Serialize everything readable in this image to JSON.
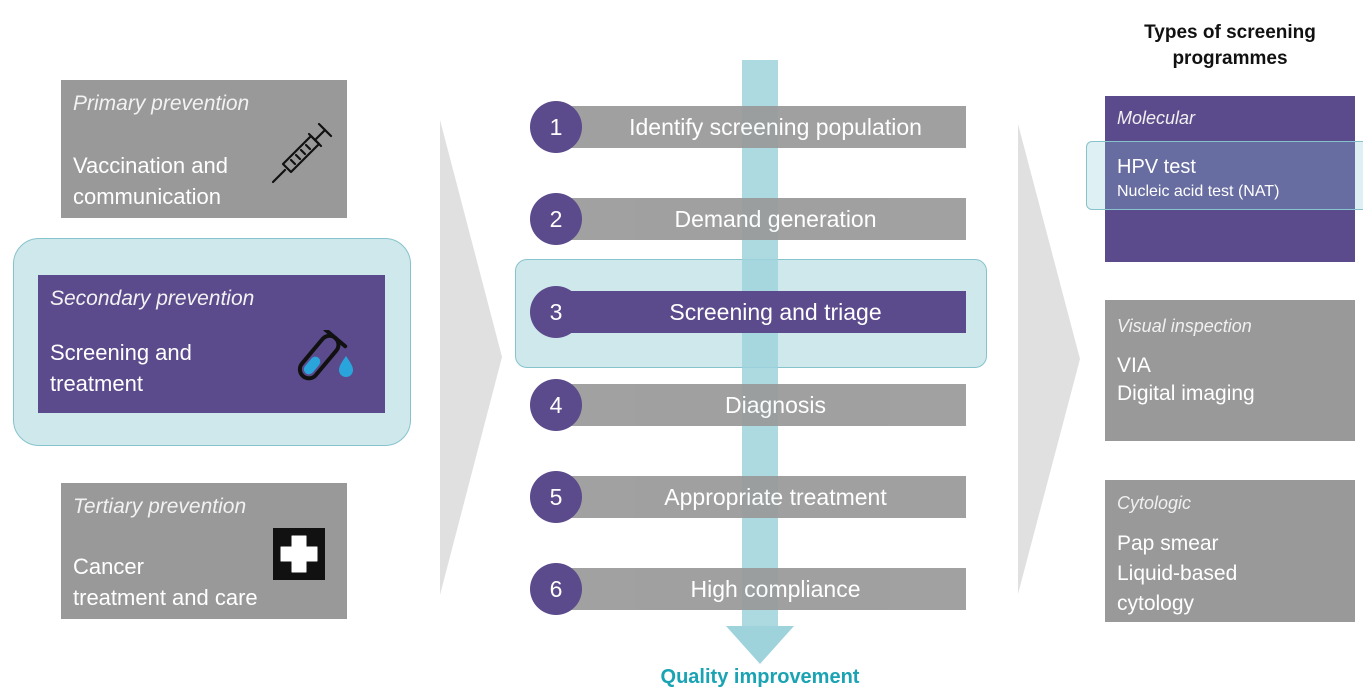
{
  "left": {
    "primary": {
      "title": "Primary prevention",
      "line1": "Vaccination and",
      "line2": "communication",
      "icon": "syringe-icon"
    },
    "secondary": {
      "title": "Secondary prevention",
      "line1": "Screening and",
      "line2": "treatment",
      "icon": "test-tube-icon"
    },
    "tertiary": {
      "title": "Tertiary prevention",
      "line1": "Cancer",
      "line2": "treatment and care",
      "icon": "medical-cross-icon"
    }
  },
  "steps": [
    {
      "num": "1",
      "label": "Identify screening population"
    },
    {
      "num": "2",
      "label": "Demand generation"
    },
    {
      "num": "3",
      "label": "Screening and triage"
    },
    {
      "num": "4",
      "label": "Diagnosis"
    },
    {
      "num": "5",
      "label": "Appropriate treatment"
    },
    {
      "num": "6",
      "label": "High compliance"
    }
  ],
  "quality_label": "Quality improvement",
  "right": {
    "heading_line1": "Types of screening",
    "heading_line2": "programmes",
    "molecular": {
      "title": "Molecular",
      "line1": "HPV test",
      "line2": "Nucleic acid test (NAT)"
    },
    "visual": {
      "title": "Visual inspection",
      "line1": "VIA",
      "line2": "Digital imaging"
    },
    "cytologic": {
      "title": "Cytologic",
      "line1": "Pap smear",
      "line2": "Liquid-based",
      "line3": "cytology"
    }
  },
  "colors": {
    "purple": "#5b4a8c",
    "gray": "#999999",
    "teal_highlight": "#cfe8ec",
    "teal_arrow": "#9fd3dc",
    "teal_text": "#1aa3b3"
  }
}
